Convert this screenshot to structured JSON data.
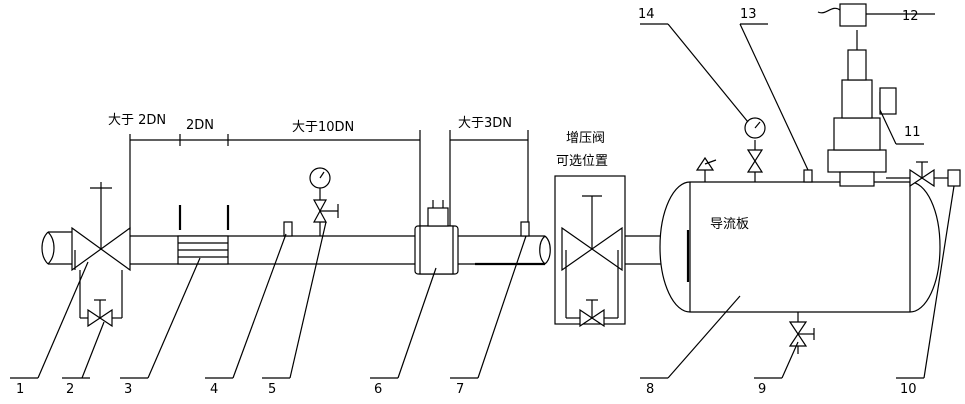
{
  "dimensions": {
    "gt_2dn": "大于 2DN",
    "dn2": "2DN",
    "gt_10dn": "大于10DN",
    "gt_3dn": "大于3DN"
  },
  "valve_note": {
    "line1": "增压阀",
    "line2": "可选位置"
  },
  "baffle_label": "导流板",
  "callouts": [
    "1",
    "2",
    "3",
    "4",
    "5",
    "6",
    "7",
    "8",
    "9",
    "10",
    "11",
    "12",
    "13",
    "14"
  ]
}
